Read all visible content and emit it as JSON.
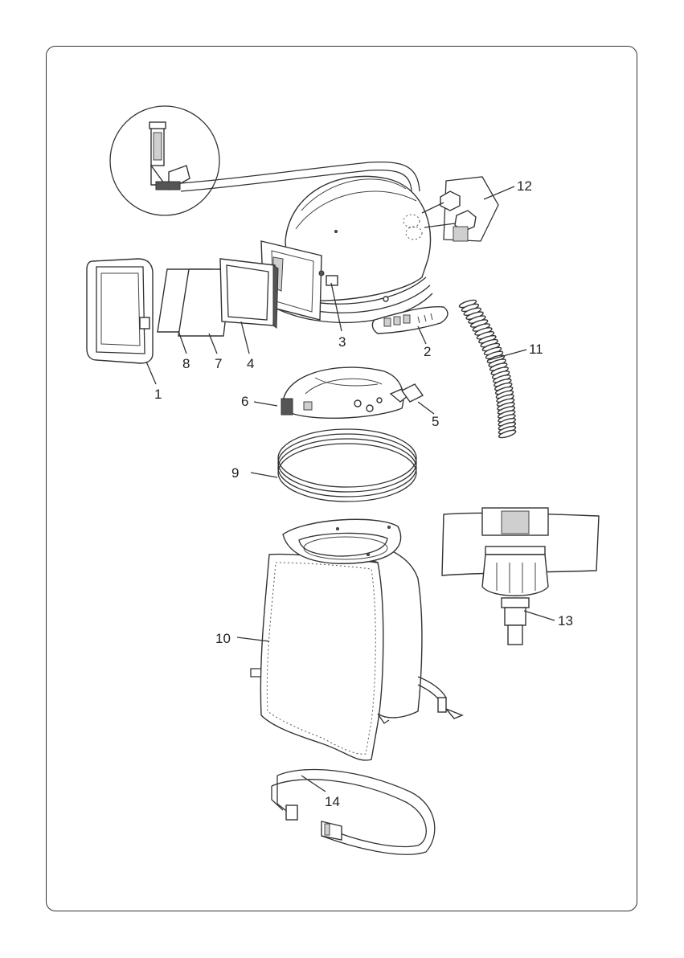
{
  "diagram": {
    "callouts": [
      {
        "id": "1",
        "label": "1"
      },
      {
        "id": "2",
        "label": "2"
      },
      {
        "id": "3",
        "label": "3"
      },
      {
        "id": "4",
        "label": "4"
      },
      {
        "id": "5",
        "label": "5"
      },
      {
        "id": "6",
        "label": "6"
      },
      {
        "id": "7",
        "label": "7"
      },
      {
        "id": "8",
        "label": "8"
      },
      {
        "id": "9",
        "label": "9"
      },
      {
        "id": "10",
        "label": "10"
      },
      {
        "id": "11",
        "label": "11"
      },
      {
        "id": "12",
        "label": "12"
      },
      {
        "id": "13",
        "label": "13"
      },
      {
        "id": "14",
        "label": "14"
      }
    ]
  },
  "colors": {
    "line": "#333333",
    "shade": "#cfcfcf",
    "background": "#ffffff"
  }
}
